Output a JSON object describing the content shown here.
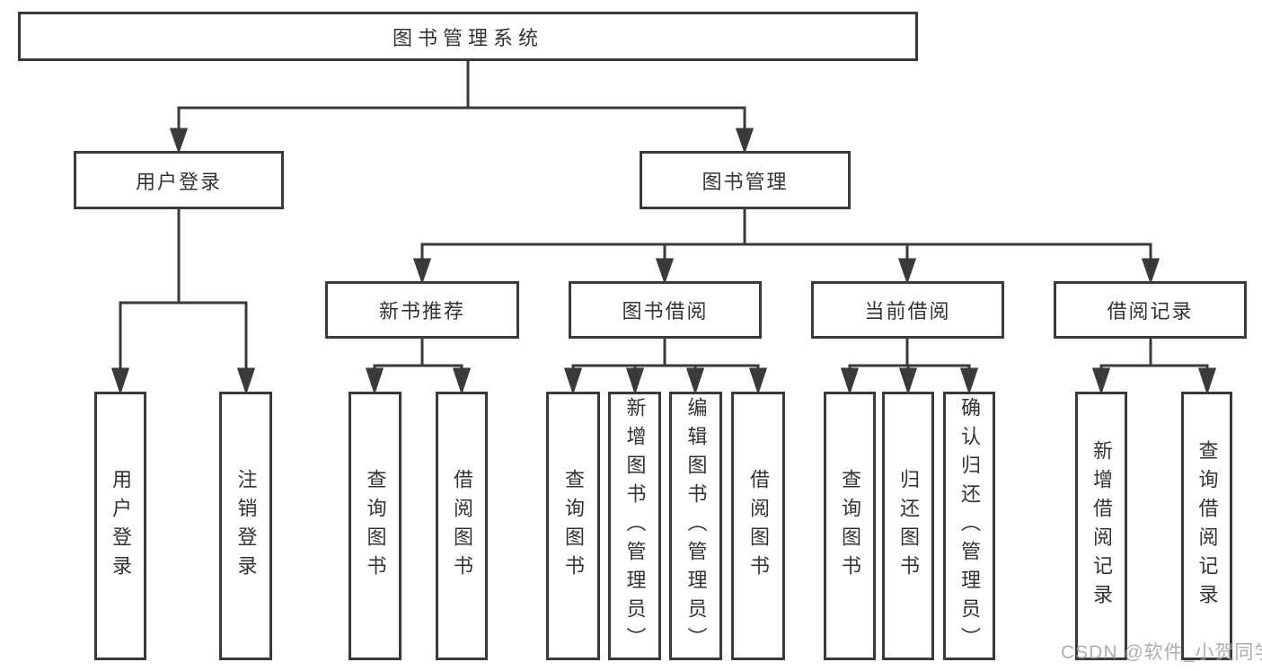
{
  "tree": {
    "root": {
      "label": "图书管理系统",
      "children": [
        {
          "label": "用户登录",
          "children": [
            {
              "label": "用户登录"
            },
            {
              "label": "注销登录"
            }
          ]
        },
        {
          "label": "图书管理",
          "children": [
            {
              "label": "新书推荐",
              "children": [
                {
                  "label": "查询图书"
                },
                {
                  "label": "借阅图书"
                }
              ]
            },
            {
              "label": "图书借阅",
              "children": [
                {
                  "label": "查询图书"
                },
                {
                  "label": "新增图书（管理员）"
                },
                {
                  "label": "编辑图书（管理员）"
                },
                {
                  "label": "借阅图书"
                }
              ]
            },
            {
              "label": "当前借阅",
              "children": [
                {
                  "label": "查询图书"
                },
                {
                  "label": "归还图书"
                },
                {
                  "label": "确认归还（管理员）"
                }
              ]
            },
            {
              "label": "借阅记录",
              "children": [
                {
                  "label": "新增借阅记录"
                },
                {
                  "label": "查询借阅记录"
                }
              ]
            }
          ]
        }
      ]
    }
  },
  "watermark": {
    "text": "CSDN @软件_小贺同学",
    "color": "#a2a2a2"
  },
  "colors": {
    "line": "#3a3a3a",
    "border": "#3a3a3a",
    "text": "#333333",
    "background": "#ffffff",
    "node_fill": "#ffffff"
  }
}
